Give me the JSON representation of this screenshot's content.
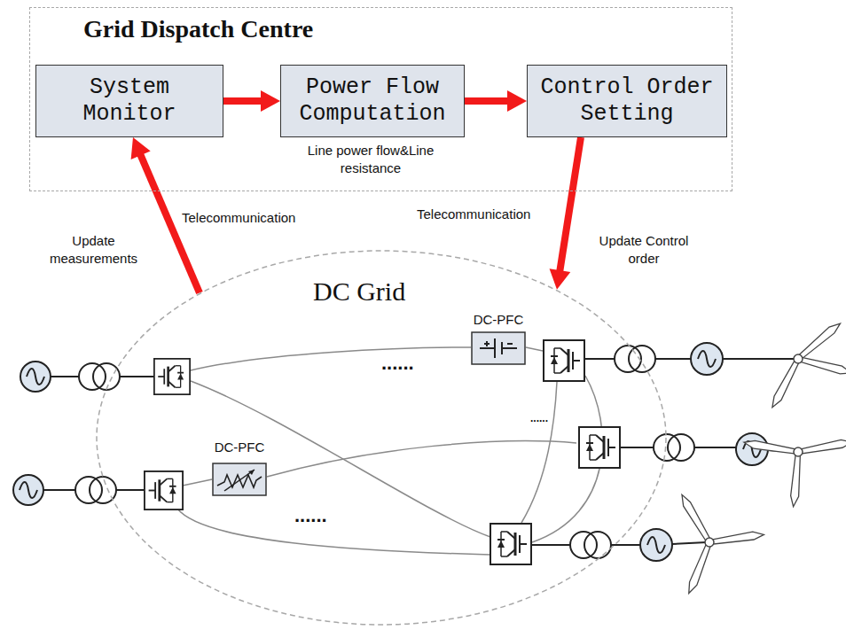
{
  "diagram": {
    "nodes": [
      {
        "text": [
          "Grid Dispatch Centre"
        ]
      },
      {
        "text": [
          "System Monitor"
        ],
        "in": 0
      },
      {
        "text": [
          "Power Flow Computation"
        ],
        "in": 0
      },
      {
        "text": [
          "Control Order Setting"
        ],
        "in": 0
      },
      {
        "text": [
          "DC Grid"
        ]
      },
      {
        "text": [
          "DC-PFC"
        ],
        "in": 4
      },
      {
        "text": [
          "DC-PFC"
        ],
        "in": 4
      }
    ],
    "edges": [
      {
        "from": 1,
        "to": 2,
        "arrow": "to"
      },
      {
        "from": 2,
        "to": 3,
        "arrow": "to"
      },
      {
        "from": 4,
        "to": 1,
        "arrow": "to"
      },
      {
        "from": 3,
        "to": 4,
        "arrow": "to"
      }
    ],
    "labels": [
      "Line power flow&Line resistance",
      "Telecommunication",
      "Update measurements",
      "Telecommunication",
      "Update Control order",
      "......",
      "......",
      "......"
    ]
  }
}
